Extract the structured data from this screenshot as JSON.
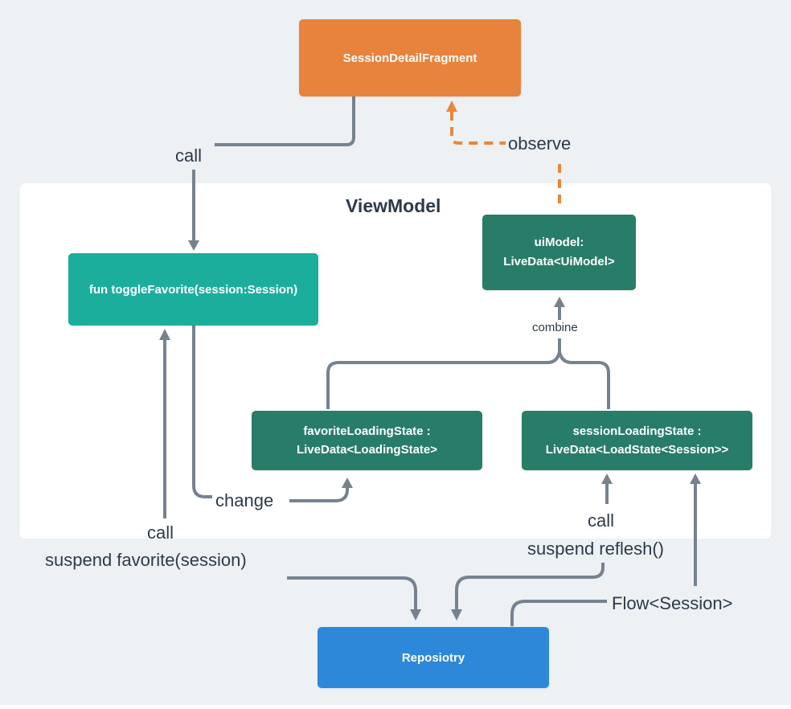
{
  "diagram_title": "ViewModel",
  "nodes": {
    "fragment": {
      "label": "SessionDetailFragment",
      "color": "#E8833D"
    },
    "toggle_favorite": {
      "label": "fun toggleFavorite(session:Session)",
      "color": "#1CAE9C"
    },
    "ui_model": {
      "line1": "uiModel:",
      "line2": "LiveData<UiModel>",
      "color": "#287D68"
    },
    "favorite_loading_state": {
      "line1": "favoriteLoadingState :",
      "line2": "LiveData<LoadingState>",
      "color": "#287D68"
    },
    "session_loading_state": {
      "line1": "sessionLoadingState :",
      "line2": "LiveData<LoadState<Session>>",
      "color": "#287D68"
    },
    "repository": {
      "label": "Reposiotry",
      "color": "#2E88D9"
    }
  },
  "container": {
    "title": "ViewModel"
  },
  "edge_labels": {
    "call_top": "call",
    "observe": "observe",
    "combine": "combine",
    "change": "change",
    "call_left": "call",
    "suspend_favorite": "suspend favorite(session)",
    "call_right": "call",
    "suspend_reflesh": "suspend reflesh()",
    "flow_session": "Flow<Session>"
  },
  "colors": {
    "background": "#EDF1F4",
    "panel": "#FFFFFF",
    "line_gray": "#76828F",
    "observe_dashed_orange": "#E8873C",
    "label_text": "#2D3A49"
  }
}
